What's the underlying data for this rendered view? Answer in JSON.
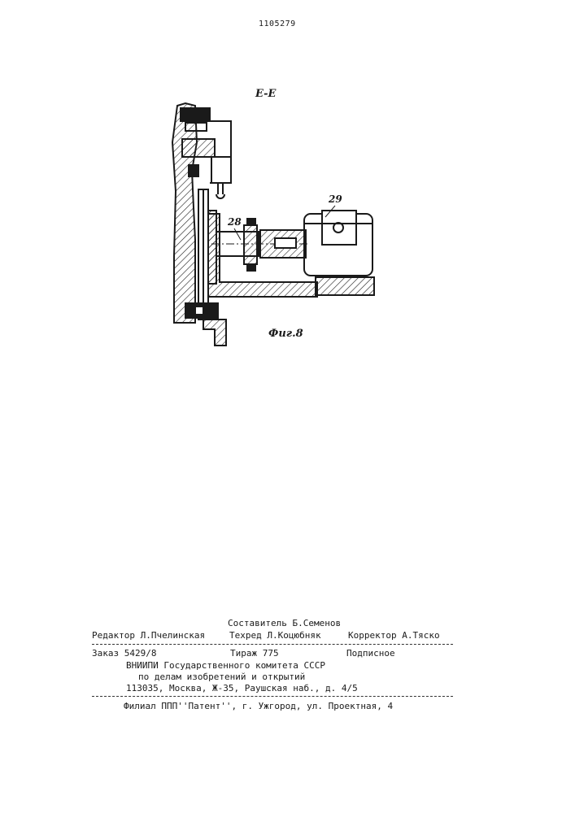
{
  "header": {
    "patent_number": "1105279"
  },
  "figure": {
    "section_label": "E-E",
    "caption": "Фиг.8",
    "callouts": {
      "shaft": "28",
      "motor": "29"
    }
  },
  "imprint": {
    "compiler": "Составитель Б.Семенов",
    "editor": "Редактор Л.Пчелинская",
    "techred": "Техред Л.Коцюбняк",
    "corrector": "Корректор А.Тяско",
    "order": "Заказ 5429/8",
    "circulation": "Тираж 775",
    "subscription": "Подписное",
    "org_line1": "ВНИИПИ Государственного комитета СССР",
    "org_line2": "по делам изобретений и открытий",
    "org_address": "113035, Москва, Ж-35, Раушская наб., д. 4/5",
    "branch": "Филиал ППП''Патент'', г. Ужгород, ул. Проектная, 4"
  }
}
